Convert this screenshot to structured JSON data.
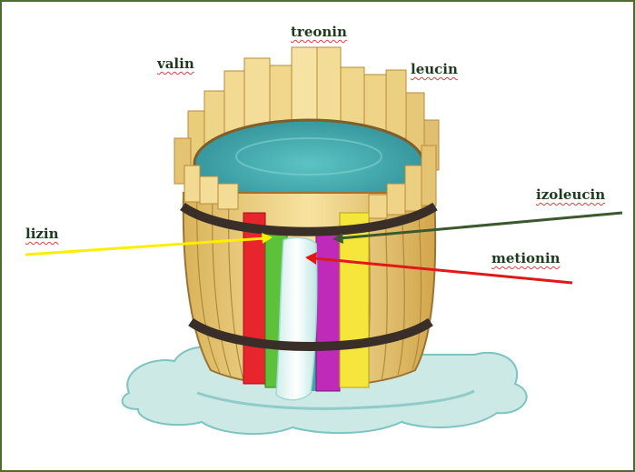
{
  "labels": {
    "treonin": "treonin",
    "valin": "valin",
    "leucin": "leucin",
    "izoleucin": "izoleucin",
    "lizin": "lizin",
    "metionin": "metionin"
  },
  "colors": {
    "frame_border": "#4f6b2e",
    "label_text": "#1f3b1f",
    "arrow_lizin": "#ffee00",
    "arrow_izoleucin": "#3a5a2e",
    "arrow_metionin": "#e01818",
    "stave_wood": "#f2d784",
    "stave_red": "#e8242c",
    "stave_green": "#5cc23a",
    "stave_magenta": "#c02ab8",
    "stave_yellow": "#f6e53a",
    "water": "#4fb6b9",
    "hoop": "#3a2f28"
  }
}
